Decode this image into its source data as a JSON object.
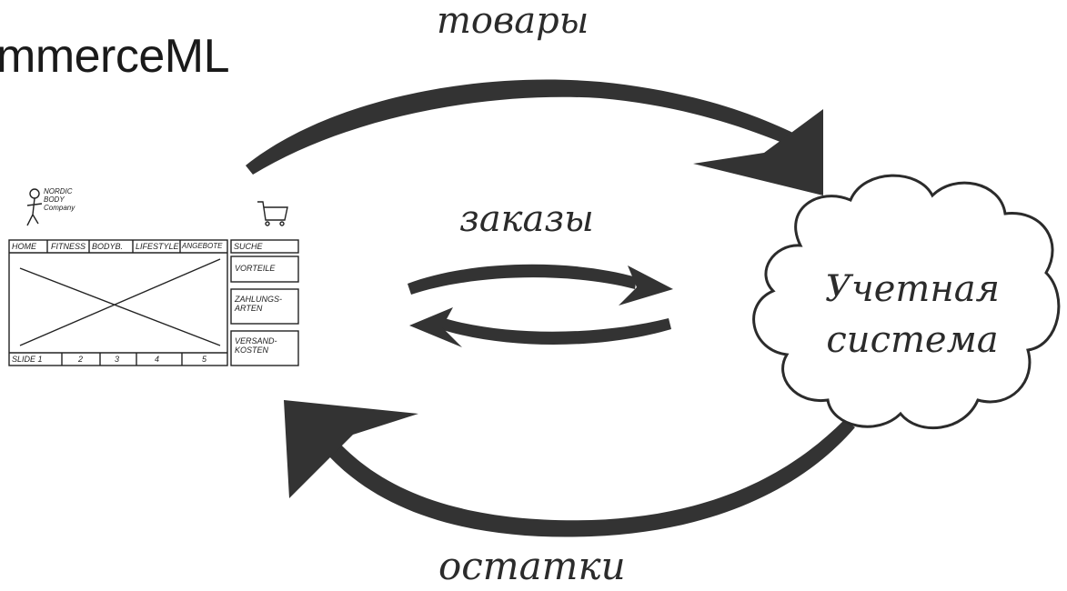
{
  "title": "mmerceML",
  "labels": {
    "top_arrow": "товары",
    "middle_arrows": "заказы",
    "bottom_arrow": "остатки"
  },
  "cloud": {
    "line1": "Учетная",
    "line2": "система"
  },
  "sketch": {
    "logo": [
      "NORDIC",
      "BODY",
      "Company"
    ],
    "nav": [
      "HOME",
      "FITNESS",
      "BODYB.",
      "LIFESTYLE",
      "ANGEBOTE",
      "SUCHE"
    ],
    "side_boxes": [
      "VORTEILE",
      "ZAHLUNGS-",
      "ARTEN",
      "VERSAND-",
      "KOSTEN"
    ],
    "slides": [
      "SLIDE 1",
      "2",
      "3",
      "4",
      "5"
    ]
  },
  "colors": {
    "ink": "#2b2b2b",
    "background": "#ffffff"
  }
}
